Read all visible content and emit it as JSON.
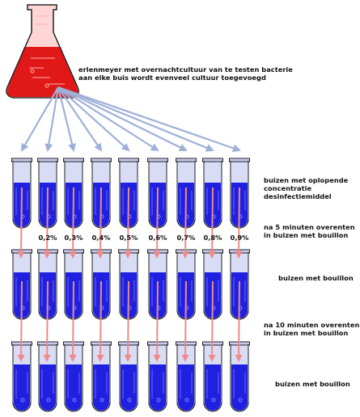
{
  "flask": {
    "caption_line1": "erlenmeyer met overnachtcultuur van te testen bacterie",
    "caption_line2": "aan elke buis wordt evenveel cultuur toegevoegd"
  },
  "rows": [
    {
      "label_lines": [
        "buizen met oplopende",
        "concentratie",
        "desinfectiemiddel"
      ]
    },
    {
      "label_lines": [
        "buizen met bouillon"
      ]
    },
    {
      "label_lines": [
        "buizen met bouillon"
      ]
    }
  ],
  "transfers": [
    {
      "label_lines": [
        "na 5 minuten overenten",
        "in buizen met bouillon"
      ]
    },
    {
      "label_lines": [
        "na 10 minuten overenten",
        "in buizen met bouillon"
      ]
    }
  ],
  "concentrations": [
    "",
    "0,2%",
    "0,3%",
    "0,4%",
    "0,5%",
    "0,6%",
    "0,7%",
    "0,8%",
    "0,9%"
  ],
  "colors": {
    "tube_liquid": "#2020e0",
    "flask_liquid": "#e01818",
    "distribution_arrow": "#9fb0d8",
    "transfer_arrow": "#ee8a8a"
  }
}
